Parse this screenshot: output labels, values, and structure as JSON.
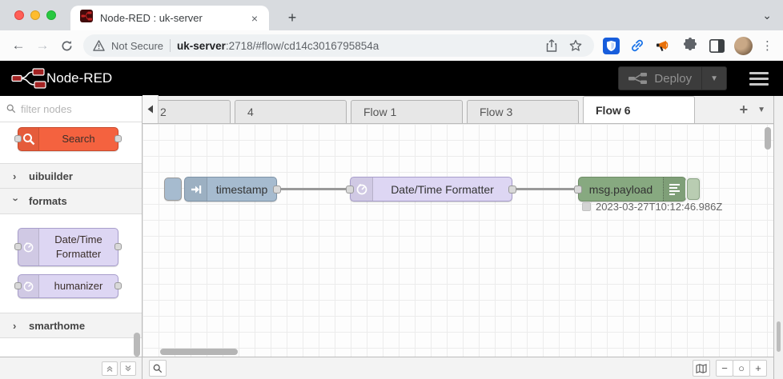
{
  "browser": {
    "tab_title": "Node-RED : uk-server",
    "close_tab_label": "×",
    "new_tab_label": "+",
    "security_label": "Not Secure",
    "url_host": "uk-server",
    "url_rest": ":2718/#flow/cd14c3016795854a",
    "menu_label": "⋮"
  },
  "header": {
    "brand": "Node-RED",
    "deploy_label": "Deploy"
  },
  "palette": {
    "filter_placeholder": "filter nodes",
    "search_node": "Search",
    "categories": [
      {
        "label": "uibuilder"
      },
      {
        "label": "formats",
        "nodes": [
          "Date/Time Formatter",
          "humanizer"
        ]
      },
      {
        "label": "smarthome"
      }
    ]
  },
  "tabs": {
    "scrolled_tab": "2",
    "items": [
      "4",
      "Flow 1",
      "Flow 3",
      "Flow 6"
    ],
    "active": "Flow 6",
    "add_label": "+"
  },
  "canvas": {
    "inject_label": "timestamp",
    "formatter_label": "Date/Time Formatter",
    "debug_label": "msg.payload",
    "debug_status": "2023-03-27T10:12:46.986Z"
  },
  "footer": {
    "zoom_out_label": "−",
    "zoom_reset_label": "○",
    "zoom_in_label": "+"
  },
  "colors": {
    "inject_node": "#a6bbcf",
    "formatter_node": "#ddd6f3",
    "debug_node": "#87a980",
    "search_node": "#f4623f",
    "header_bg": "#000000",
    "wire": "#999999"
  }
}
